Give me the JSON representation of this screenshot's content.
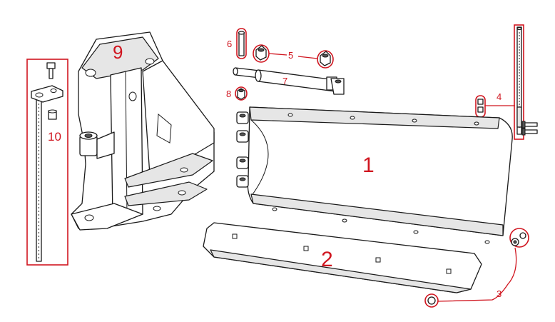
{
  "colors": {
    "callout": "#d0151f",
    "line": "#1a1a1a"
  },
  "labels": {
    "p1": "1",
    "p2": "2",
    "p3": "3",
    "p4": "4",
    "p5": "5",
    "p6": "6",
    "p7": "7",
    "p8": "8",
    "p9": "9",
    "p10": "10"
  }
}
